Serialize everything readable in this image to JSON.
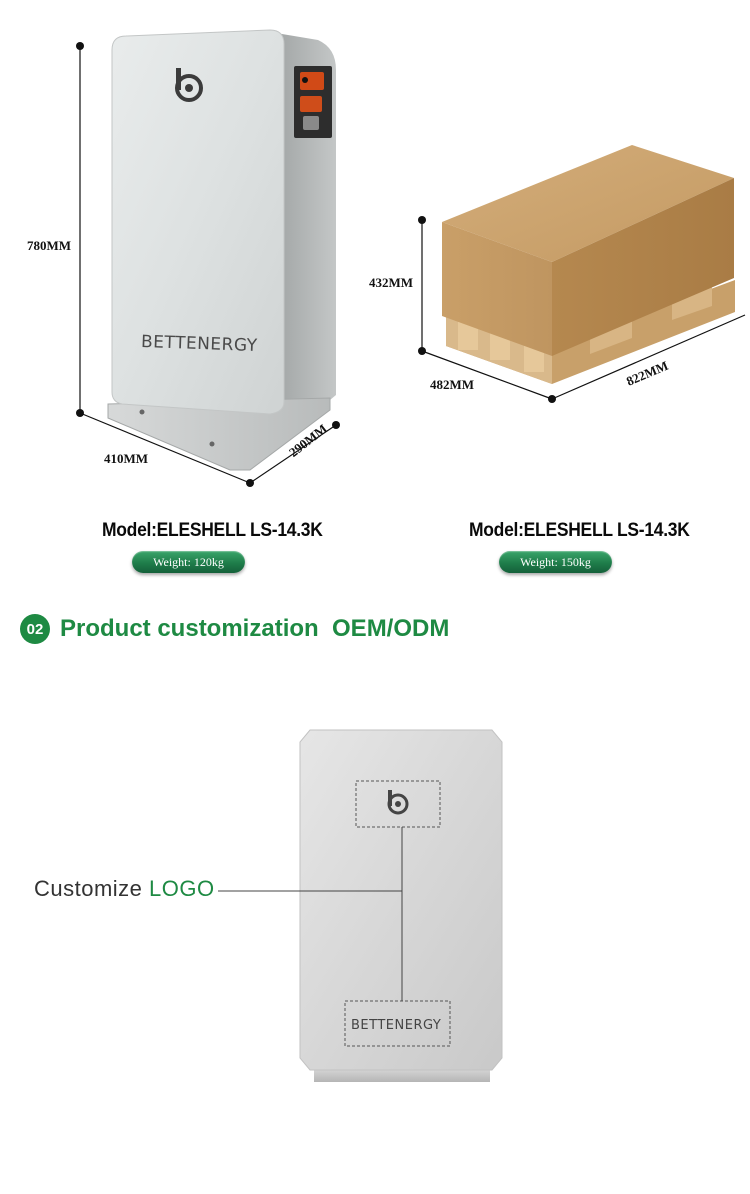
{
  "left_product": {
    "height_label": "780MM",
    "width_label": "410MM",
    "depth_label": "290MM",
    "brand": "BETTENERGY",
    "model": "Model:ELESHELL LS-14.3K",
    "weight": "Weight: 120kg"
  },
  "right_product": {
    "height_label": "432MM",
    "width_label": "482MM",
    "length_label": "822MM",
    "model": "Model:ELESHELL LS-14.3K",
    "weight": "Weight: 150kg"
  },
  "section": {
    "number": "02",
    "title": "Product customization  OEM/ODM"
  },
  "customize": {
    "label_prefix": "Customize ",
    "label_highlight": "LOGO",
    "brand": "BETTENERGY"
  },
  "colors": {
    "accent_green": "#1e8a43",
    "cardboard": "#c9a270"
  }
}
